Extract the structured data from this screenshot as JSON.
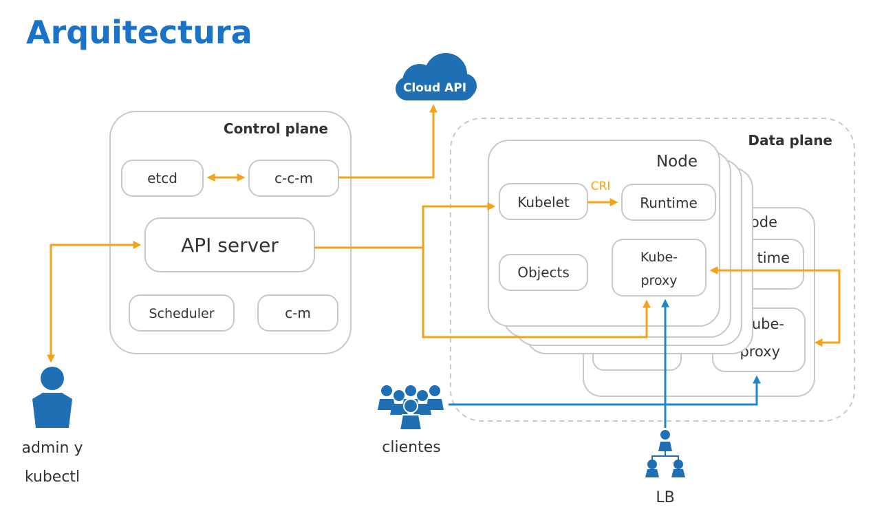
{
  "title": "Arquitectura",
  "cloud_label": "Cloud API",
  "control_plane": {
    "label": "Control plane",
    "components": {
      "etcd": "etcd",
      "ccm": "c-c-m",
      "api_server": "API server",
      "scheduler": "Scheduler",
      "cm": "c-m"
    }
  },
  "data_plane": {
    "label": "Data plane",
    "node": {
      "label": "Node",
      "kubelet": "Kubelet",
      "cri": "CRI",
      "runtime": "Runtime",
      "objects": "Objects",
      "kube_proxy_line1": "Kube-",
      "kube_proxy_line2": "proxy"
    },
    "back_node": {
      "label_partial": "ode",
      "runtime_partial": "time",
      "proxy_line1_partial": "ube-",
      "proxy_line2": "proxy"
    }
  },
  "actors": {
    "admin_line1": "admin y",
    "admin_line2": "kubectl",
    "clients": "clientes",
    "lb": "LB"
  },
  "colors": {
    "title": "#1a73c8",
    "accent_orange": "#f5a21b",
    "accent_blue": "#1f86c8",
    "icon_blue": "#1f6fb5",
    "box_stroke": "#c8c8c8",
    "text": "#333333"
  }
}
